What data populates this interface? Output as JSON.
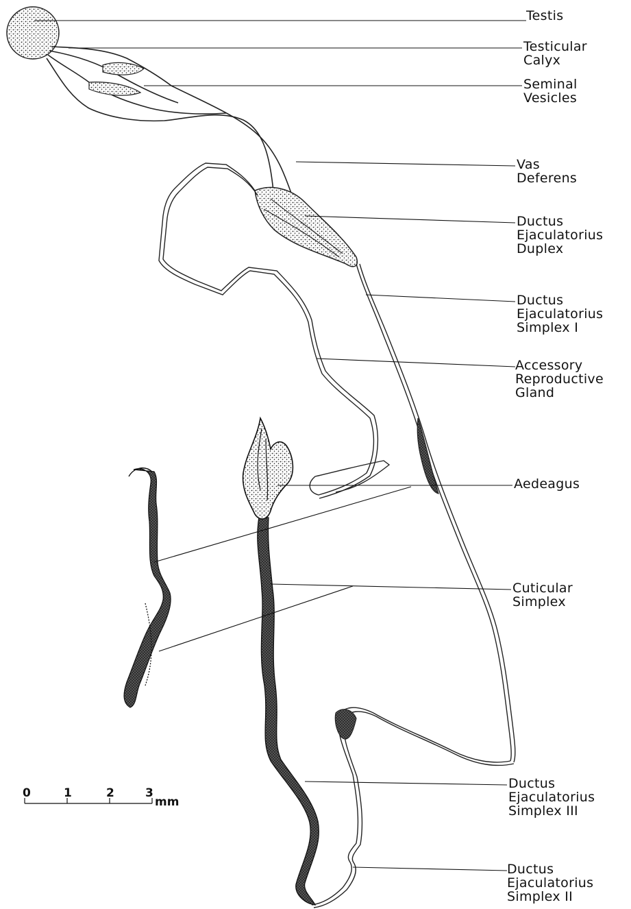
{
  "labels": {
    "testis": "Testis",
    "testicular_calyx": "Testicular\nCalyx",
    "seminal_vesicles": "Seminal\nVesicles",
    "vas_deferens": "Vas\nDeferens",
    "ductus_ej_duplex": "Ductus\nEjaculatorius\nDuplex",
    "ductus_ej_simplex_1": "Ductus\nEjaculatorius\nSimplex I",
    "accessory_gland": "Accessory\nReproductive\nGland",
    "aedeagus": "Aedeagus",
    "cuticular_simplex": "Cuticular\nSimplex",
    "ductus_ej_simplex_3": "Ductus\nEjaculatorius\nSimplex III",
    "ductus_ej_simplex_2": "Ductus\nEjaculatorius\nSimplex II"
  },
  "scale_bar": {
    "ticks": [
      "0",
      "1",
      "2",
      "3"
    ],
    "unit": "mm"
  }
}
